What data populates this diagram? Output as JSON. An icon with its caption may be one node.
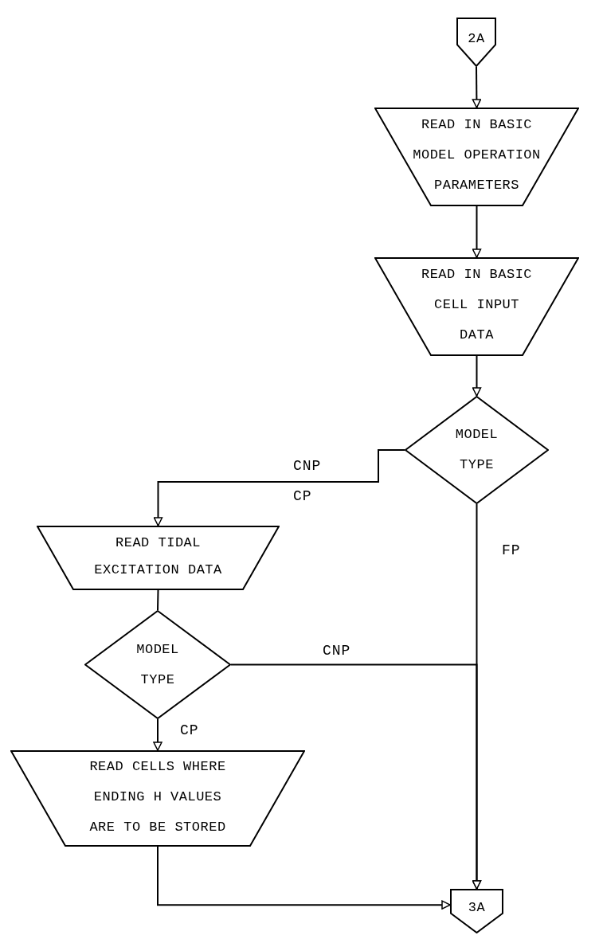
{
  "diagram": {
    "nodes": [
      {
        "text": [
          "2A"
        ]
      },
      {
        "text": [
          "READ IN BASIC MODEL OPERATION PARAMETERS"
        ]
      },
      {
        "text": [
          "READ IN BASIC CELL INPUT DATA"
        ]
      },
      {
        "text": [
          "MODEL TYPE"
        ]
      },
      {
        "text": [
          "READ TIDAL EXCITATION DATA"
        ]
      },
      {
        "text": [
          "MODEL TYPE"
        ]
      },
      {
        "text": [
          "READ CELLS WHERE ENDING H VALUES ARE TO BE STORED"
        ]
      },
      {
        "text": [
          "3A"
        ]
      }
    ],
    "edges": [
      {
        "from": 0,
        "to": 1,
        "arrow": "to"
      },
      {
        "from": 1,
        "to": 2,
        "arrow": "to"
      },
      {
        "from": 2,
        "to": 3,
        "arrow": "to"
      },
      {
        "from": 3,
        "to": 4,
        "arrow": "to",
        "label": "CNP"
      },
      {
        "from": 3,
        "to": 7,
        "arrow": "to",
        "label": "FP"
      },
      {
        "from": 4,
        "to": 5,
        "arrow": "none"
      },
      {
        "from": 5,
        "to": 7,
        "arrow": "to",
        "label": "CNP"
      },
      {
        "from": 5,
        "to": 6,
        "arrow": "to",
        "label": "CP"
      },
      {
        "from": 6,
        "to": 7,
        "arrow": "to"
      }
    ],
    "labels": [
      "CP"
    ]
  }
}
